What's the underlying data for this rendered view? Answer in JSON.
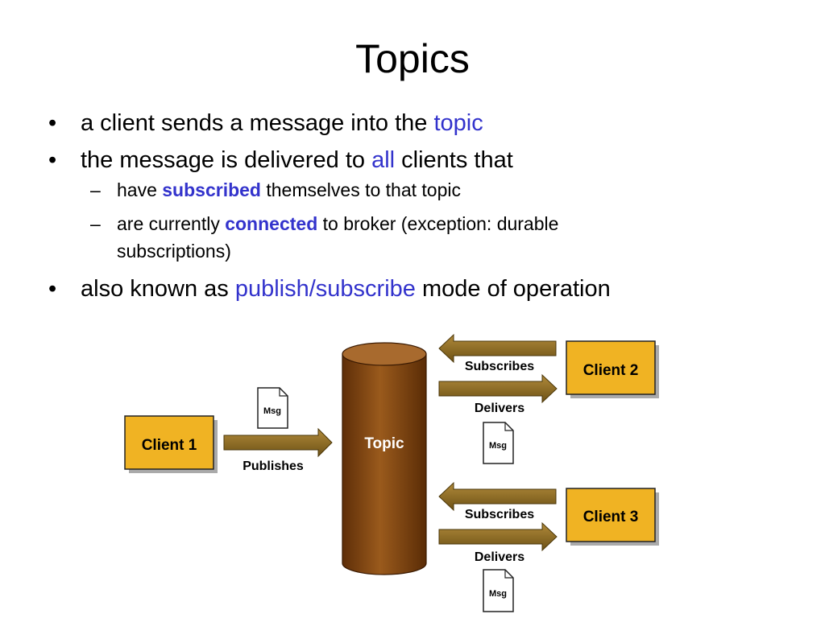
{
  "slide": {
    "title": "Topics",
    "bullets": [
      {
        "before": "a client sends a message into the ",
        "highlight": "topic",
        "after": ""
      },
      {
        "before": "the message is delivered to ",
        "highlight": "all",
        "after": " clients that"
      }
    ],
    "sub_bullets": [
      {
        "before": "have ",
        "highlight": "subscribed",
        "after": " themselves to that topic"
      },
      {
        "before": "are currently ",
        "highlight": "connected",
        "after": " to broker (exception: durable",
        "continuation": "subscriptions)"
      }
    ],
    "last_bullet": {
      "before": "also known as ",
      "highlight": "publish/subscribe",
      "after": " mode of operation"
    },
    "bullet_glyph": "•",
    "dash_glyph": "–"
  },
  "diagram": {
    "client1": "Client 1",
    "client2": "Client 2",
    "client3": "Client 3",
    "topic": "Topic",
    "publishes": "Publishes",
    "subscribes": "Subscribes",
    "delivers": "Delivers",
    "msg": "Msg",
    "colors": {
      "client_box": "#f0b323",
      "arrow": "#8b6a1e",
      "cylinder": "#8a4a12",
      "cylinder_top": "#a86a2e",
      "highlight": "#3333cc"
    }
  }
}
